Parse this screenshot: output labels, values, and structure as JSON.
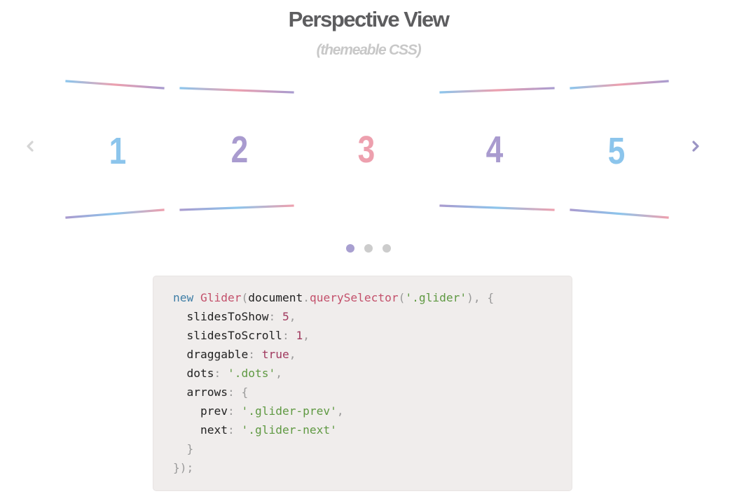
{
  "header": {
    "title": "Perspective View",
    "subtitle": "(themeable CSS)"
  },
  "carousel": {
    "prev_arrow": {
      "icon": "chevron-left-icon",
      "color": "#d5d5d5"
    },
    "next_arrow": {
      "icon": "chevron-right-icon",
      "color": "#9b94c4"
    },
    "slides": [
      {
        "label": "1",
        "color": "#8cc5ec"
      },
      {
        "label": "2",
        "color": "#a99bcf"
      },
      {
        "label": "3",
        "color": "#eda0ae"
      },
      {
        "label": "4",
        "color": "#a99bcf"
      },
      {
        "label": "5",
        "color": "#8cc5ec"
      }
    ],
    "gradient": {
      "blue": "#8cc5ec",
      "pink": "#eda0ae",
      "purple": "#a99bcf"
    },
    "dots": [
      {
        "index": 1,
        "active": true
      },
      {
        "index": 2,
        "active": false
      },
      {
        "index": 3,
        "active": false
      }
    ]
  },
  "code": {
    "lines": [
      [
        [
          "kw",
          "new"
        ],
        [
          "id",
          " "
        ],
        [
          "fn",
          "Glider"
        ],
        [
          "pun",
          "("
        ],
        [
          "id",
          "document"
        ],
        [
          "pun",
          "."
        ],
        [
          "fn",
          "querySelector"
        ],
        [
          "pun",
          "("
        ],
        [
          "str",
          "'.glider'"
        ],
        [
          "pun",
          "), {"
        ]
      ],
      [
        [
          "id",
          "  slidesToShow"
        ],
        [
          "pun",
          ": "
        ],
        [
          "num",
          "5"
        ],
        [
          "pun",
          ","
        ]
      ],
      [
        [
          "id",
          "  slidesToScroll"
        ],
        [
          "pun",
          ": "
        ],
        [
          "num",
          "1"
        ],
        [
          "pun",
          ","
        ]
      ],
      [
        [
          "id",
          "  draggable"
        ],
        [
          "pun",
          ": "
        ],
        [
          "num",
          "true"
        ],
        [
          "pun",
          ","
        ]
      ],
      [
        [
          "id",
          "  dots"
        ],
        [
          "pun",
          ": "
        ],
        [
          "str",
          "'.dots'"
        ],
        [
          "pun",
          ","
        ]
      ],
      [
        [
          "id",
          "  arrows"
        ],
        [
          "pun",
          ": {"
        ]
      ],
      [
        [
          "id",
          "    prev"
        ],
        [
          "pun",
          ": "
        ],
        [
          "str",
          "'.glider-prev'"
        ],
        [
          "pun",
          ","
        ]
      ],
      [
        [
          "id",
          "    next"
        ],
        [
          "pun",
          ": "
        ],
        [
          "str",
          "'.glider-next'"
        ]
      ],
      [
        [
          "pun",
          "  }"
        ]
      ],
      [
        [
          "pun",
          "});"
        ]
      ]
    ]
  }
}
